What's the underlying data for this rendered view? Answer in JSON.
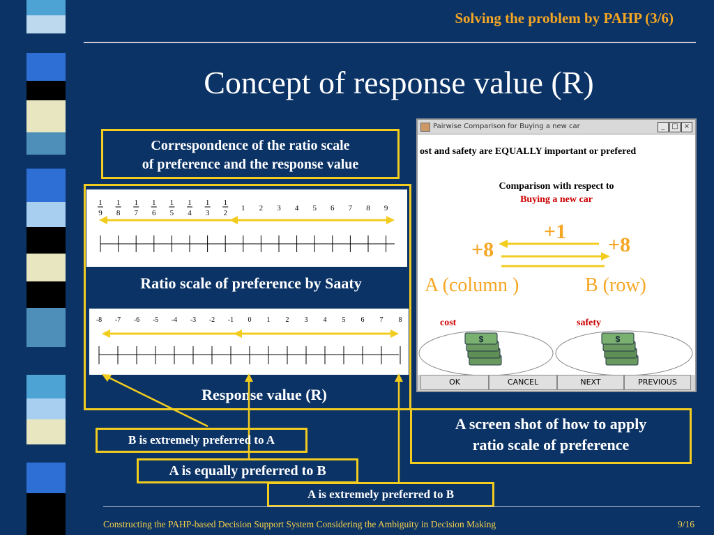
{
  "header": {
    "section_title": "Solving the problem by PAHP (3/6)"
  },
  "slide": {
    "title": "Concept of response value (R)"
  },
  "correspondence_box": {
    "line1": "Correspondence of the ratio scale",
    "line2": "of preference and the response value"
  },
  "saaty_scale": {
    "caption": "Ratio scale of preference by Saaty",
    "fraction_labels": [
      "9",
      "8",
      "7",
      "6",
      "5",
      "4",
      "3",
      "2"
    ],
    "integer_labels": [
      "1",
      "2",
      "3",
      "4",
      "5",
      "6",
      "7",
      "8",
      "9"
    ]
  },
  "response_scale": {
    "caption": "Response value (R)",
    "labels": [
      "-8",
      "-7",
      "-6",
      "-5",
      "-4",
      "-3",
      "-2",
      "-1",
      "0",
      "1",
      "2",
      "3",
      "4",
      "5",
      "6",
      "7",
      "8"
    ]
  },
  "callouts": {
    "b_extreme": "B is extremely preferred to A",
    "a_equal": "A is equally preferred to B",
    "a_extreme": "A is extremely preferred to B"
  },
  "dialog": {
    "window_title": "Pairwise Comparison for Buying a new car",
    "statement": "ost and safety are EQUALLY important or prefered",
    "comparison_heading": "Comparison with respect to",
    "comparison_goal": "Buying a new car",
    "arrow_top_label": "+1",
    "arrow_left_label": "+8",
    "arrow_right_label": "+8",
    "label_a": "A (column )",
    "label_b": "B (row)",
    "criterion_a": "cost",
    "criterion_b": "safety",
    "buttons": {
      "ok": "OK",
      "cancel": "CANCEL",
      "next": "NEXT",
      "previous": "PREVIOUS"
    },
    "caption_line1": "A screen shot of  how to apply",
    "caption_line2": "ratio scale of preference"
  },
  "footer": {
    "text": "Constructing the PAHP-based Decision Support System Considering the Ambiguity in Decision Making",
    "page": "9/16"
  },
  "colors": {
    "background": "#0b3366",
    "accent_orange": "#f5a623",
    "box_yellow": "#f2cc1f",
    "dialog_red": "#cc0000"
  }
}
